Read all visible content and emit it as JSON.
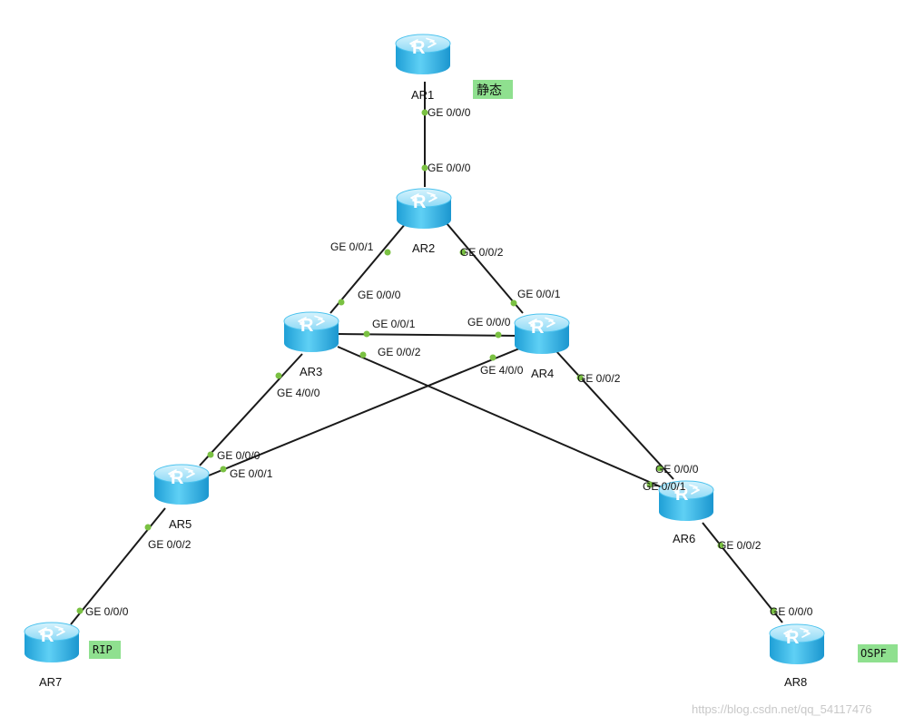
{
  "routers": {
    "ar1": "AR1",
    "ar2": "AR2",
    "ar3": "AR3",
    "ar4": "AR4",
    "ar5": "AR5",
    "ar6": "AR6",
    "ar7": "AR7",
    "ar8": "AR8"
  },
  "router_icon_letter": "R",
  "interfaces": {
    "ar1_ge000": "GE 0/0/0",
    "ar2_ge000": "GE 0/0/0",
    "ar2_ge001": "GE 0/0/1",
    "ar2_ge002": "GE 0/0/2",
    "ar3_ge000": "GE 0/0/0",
    "ar3_ge001": "GE 0/0/1",
    "ar3_ge002": "GE 0/0/2",
    "ar3_ge400": "GE 4/0/0",
    "ar4_ge001": "GE 0/0/1",
    "ar4_ge000": "GE 0/0/0",
    "ar4_ge400": "GE 4/0/0",
    "ar4_ge002": "GE 0/0/2",
    "ar5_ge000": "GE 0/0/0",
    "ar5_ge001": "GE 0/0/1",
    "ar5_ge002": "GE 0/0/2",
    "ar6_ge000": "GE 0/0/0",
    "ar6_ge001": "GE 0/0/1",
    "ar6_ge002": "GE 0/0/2",
    "ar7_ge000": "GE 0/0/0",
    "ar8_ge000": "GE 0/0/0"
  },
  "notes": {
    "static": "静态",
    "rip": "RIP",
    "ospf": "OSPF"
  },
  "colors": {
    "link": "#1a1a1a",
    "port_dot": "#7ac142",
    "note_bg": "#8fe08f",
    "router_body": "#33b8e8",
    "router_top": "#a8e4f8"
  },
  "watermark": "https://blog.csdn.net/qq_54117476"
}
